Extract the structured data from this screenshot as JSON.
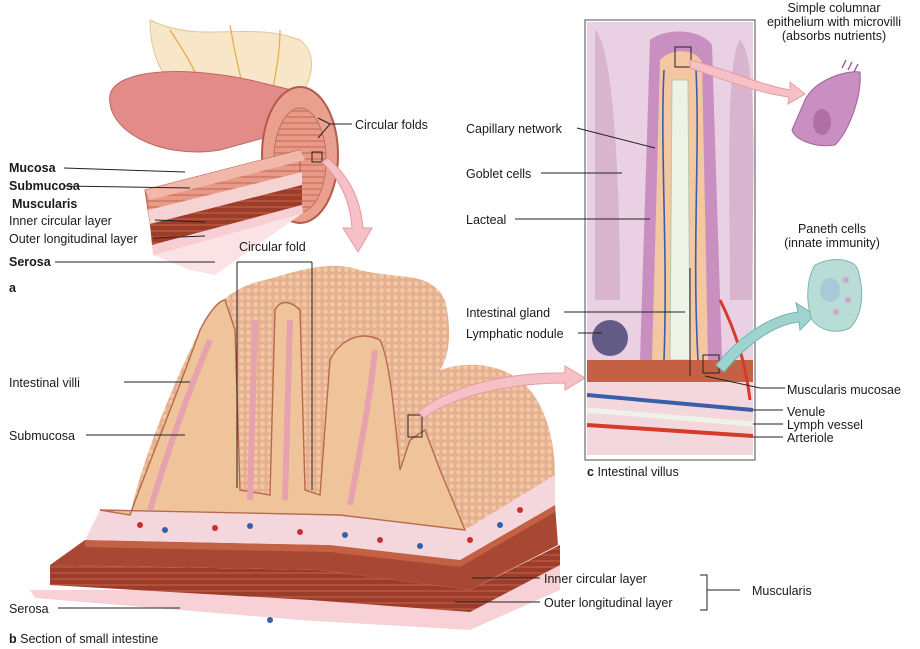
{
  "panel_a": {
    "letter": "a",
    "circular_folds": "Circular folds",
    "mucosa": "Mucosa",
    "submucosa": "Submucosa",
    "muscularis": "Muscularis",
    "inner_circular": "Inner circular layer",
    "outer_longitudinal": "Outer longitudinal layer",
    "serosa": "Serosa"
  },
  "panel_b": {
    "caption_letter": "b",
    "caption_text": "Section of small intestine",
    "circular_fold": "Circular fold",
    "intestinal_villi": "Intestinal villi",
    "submucosa": "Submucosa",
    "inner_circular": "Inner circular layer",
    "outer_longitudinal": "Outer longitudinal layer",
    "muscularis": "Muscularis",
    "serosa": "Serosa"
  },
  "panel_c": {
    "caption_letter": "c",
    "caption_text": "Intestinal villus",
    "capillary_network": "Capillary network",
    "goblet_cells": "Goblet cells",
    "lacteal": "Lacteal",
    "intestinal_gland": "Intestinal gland",
    "lymphatic_nodule": "Lymphatic nodule",
    "muscularis_mucosae": "Muscularis mucosae",
    "venule": "Venule",
    "lymph_vessel": "Lymph vessel",
    "arteriole": "Arteriole",
    "epithelium_line1": "Simple columnar",
    "epithelium_line2": "epithelium with microvilli",
    "epithelium_line3": "(absorbs nutrients)",
    "paneth_line1": "Paneth cells",
    "paneth_line2": "(innate immunity)"
  },
  "colors": {
    "mucosa_pink": "#e9a08f",
    "villus_tan": "#efc49b",
    "submucosa_pink": "#f4d7dc",
    "muscle_red": "#a5432f",
    "artery_red": "#d63a2a",
    "vein_blue": "#3b5ea8",
    "lacteal_white": "#eef3e8",
    "arrow_pink": "#f6c1c6",
    "arrow_teal": "#9fd3cf",
    "epithelium_purple": "#c98fc1"
  }
}
